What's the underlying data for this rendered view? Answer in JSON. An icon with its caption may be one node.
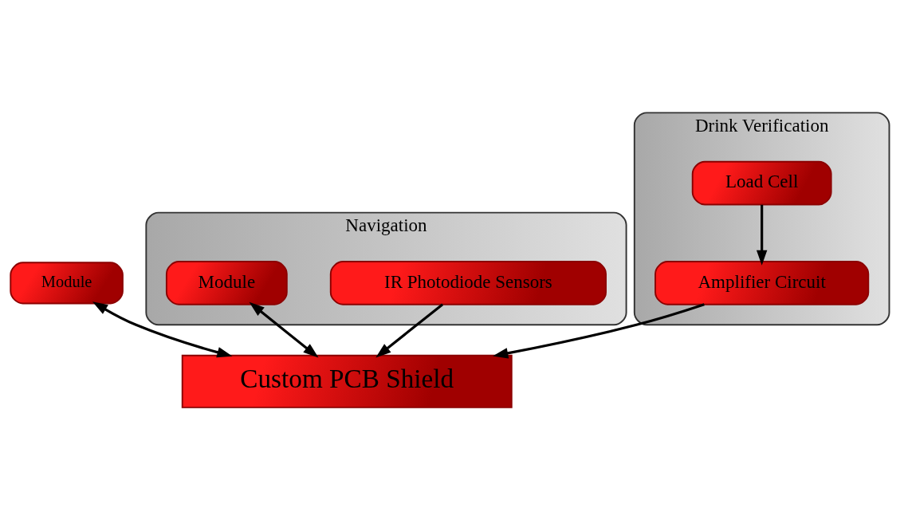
{
  "diagram": {
    "nodes": [
      {
        "text": [
          "Module"
        ]
      },
      {
        "text": [
          "Custom PCB Shield"
        ]
      },
      {
        "text": [
          "Navigation"
        ]
      },
      {
        "text": [
          "IR Photodiode Sensors"
        ],
        "in": 2
      },
      {
        "text": [
          "Module"
        ],
        "in": 2
      },
      {
        "text": [
          "Drink Verification"
        ]
      },
      {
        "text": [
          "Amplifier Circuit"
        ],
        "in": 5
      },
      {
        "text": [
          "Load Cell"
        ],
        "in": 5
      }
    ],
    "edges": [
      {
        "from": 0,
        "to": 1,
        "arrow": "both"
      },
      {
        "from": 3,
        "to": 1,
        "arrow": "to"
      },
      {
        "from": 4,
        "to": 1,
        "arrow": "both"
      },
      {
        "from": 6,
        "to": 1,
        "arrow": "to"
      },
      {
        "from": 7,
        "to": 6,
        "arrow": "to"
      }
    ]
  }
}
